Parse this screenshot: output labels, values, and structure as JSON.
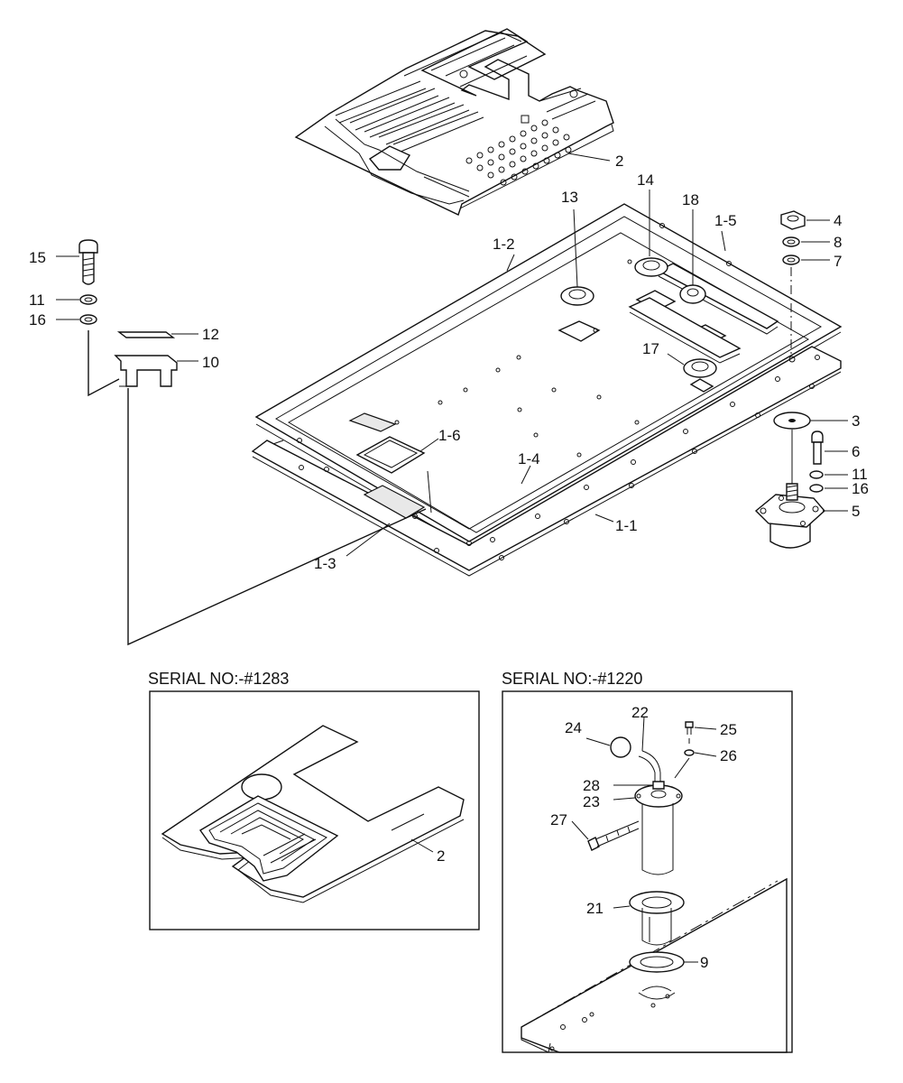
{
  "panels": {
    "left": {
      "header": "SERIAL NO:-#1283"
    },
    "right": {
      "header": "SERIAL NO:-#1220"
    }
  },
  "labels": {
    "p2_top": "2",
    "p4": "4",
    "p8": "8",
    "p7": "7",
    "p15": "15",
    "p11_left": "11",
    "p16_left": "16",
    "p12": "12",
    "p10": "10",
    "p13": "13",
    "p14": "14",
    "p18": "18",
    "p1_5": "1-5",
    "p1_2": "1-2",
    "p17": "17",
    "p3": "3",
    "p6": "6",
    "p11_right": "11",
    "p16_right": "16",
    "p5": "5",
    "p1_6": "1-6",
    "p1_4": "1-4",
    "p1_1": "1-1",
    "p1_3": "1-3",
    "p2_inset": "2",
    "p22": "22",
    "p24": "24",
    "p25": "25",
    "p26": "26",
    "p28": "28",
    "p23": "23",
    "p27": "27",
    "p21": "21",
    "p9": "9"
  }
}
